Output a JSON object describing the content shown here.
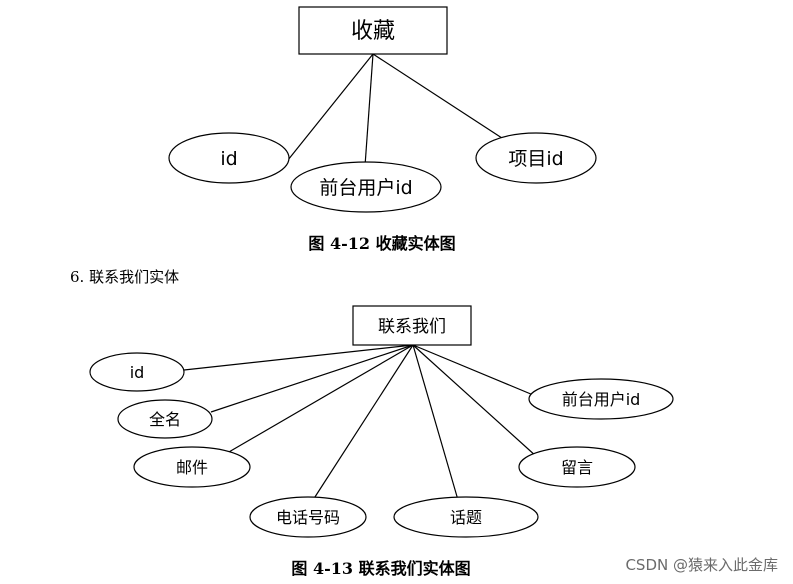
{
  "diagram1": {
    "entity": "收藏",
    "attributes": [
      "id",
      "前台用户id",
      "项目id"
    ],
    "caption": "图 4-12 收藏实体图"
  },
  "section_heading": "6. 联系我们实体",
  "diagram2": {
    "entity": "联系我们",
    "attributes": [
      "id",
      "全名",
      "邮件",
      "电话号码",
      "话题",
      "留言",
      "前台用户id"
    ],
    "caption": "图 4-13 联系我们实体图"
  },
  "watermark": "CSDN @猿来入此金库"
}
